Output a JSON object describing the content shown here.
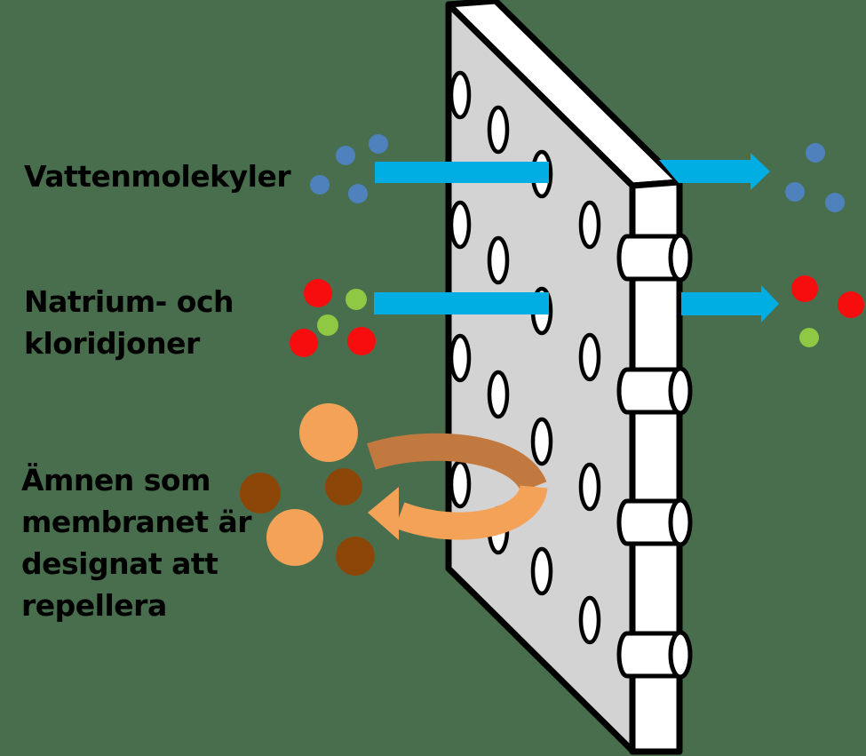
{
  "labels": {
    "water": "Vattenmolekyler",
    "ions": "Natrium- och\nkloridjoner",
    "rejected": "Ämnen som\nmembranet är\ndesignat att\nrepellera"
  },
  "colors": {
    "background": "#486E4D",
    "outline": "#000000",
    "text": "#000000",
    "membrane_face": "#D3D3D3",
    "membrane_side": "#FFFFFF",
    "pore_fill": "#FFFFFF",
    "pass_arrow": "#00AEE4",
    "water_molecule": "#4F81BD",
    "ion_red": "#F70D0D",
    "ion_green": "#8FC943",
    "rejected_light": "#F5A259",
    "rejected_dark": "#8C4708",
    "repel_arrow_back": "#C2793F",
    "repel_arrow_front": "#F5A259"
  }
}
